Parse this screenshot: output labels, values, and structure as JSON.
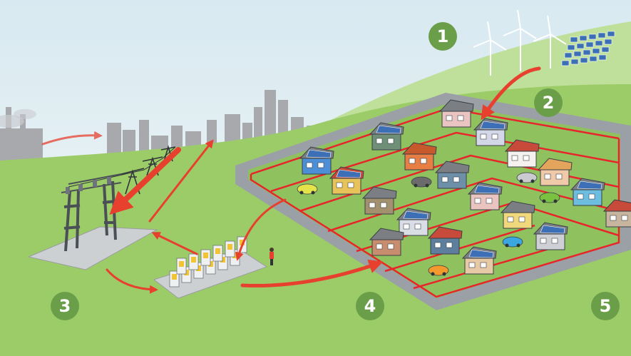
{
  "badges": [
    {
      "label": "1",
      "meaning": "renewable-generation"
    },
    {
      "label": "2",
      "meaning": "grid-feed-in"
    },
    {
      "label": "3",
      "meaning": "substation"
    },
    {
      "label": "4",
      "meaning": "energy-storage"
    },
    {
      "label": "5",
      "meaning": "community-microgrid"
    }
  ],
  "colors": {
    "badge": "#6a9e48",
    "sky_top": "#d8e9f1",
    "sky_bottom": "#f3f8f6",
    "grass": "#9ccc68",
    "hill": "#bfe09a",
    "road": "#9aa0a6",
    "power_line": "#e8252a",
    "arrow": "#e8402f",
    "skyline": "#a7a9ac",
    "solar_panel": "#3c6fb6",
    "pad": "#cdd0d3"
  },
  "houses": [
    {
      "color": "#eac4c0",
      "roof": "#7b7f84",
      "solar": false
    },
    {
      "color": "#6f8f78",
      "roof": "#7b7f84",
      "solar": true
    },
    {
      "color": "#d3d7e8",
      "roof": "#7b7f84",
      "solar": true
    },
    {
      "color": "#e77e44",
      "roof": "#c75a2c",
      "solar": false
    },
    {
      "color": "#4d8fd6",
      "roof": "#7b7f84",
      "solar": true
    },
    {
      "color": "#f4f1ee",
      "roof": "#c74a3b",
      "solar": false
    },
    {
      "color": "#e7c35a",
      "roof": "#c74a3b",
      "solar": true
    },
    {
      "color": "#6e8fa8",
      "roof": "#7b7f84",
      "solar": false
    },
    {
      "color": "#f0c9a8",
      "roof": "#e3a45c",
      "solar": false
    },
    {
      "color": "#a3906e",
      "roof": "#7b7f84",
      "solar": false
    },
    {
      "color": "#eac4c0",
      "roof": "#7b7f84",
      "solar": true
    },
    {
      "color": "#6cbde0",
      "roof": "#7b7f84",
      "solar": true
    },
    {
      "color": "#d9dde6",
      "roof": "#7b7f84",
      "solar": true
    },
    {
      "color": "#f1d87c",
      "roof": "#7b7f84",
      "solar": false
    },
    {
      "color": "#c7b5a0",
      "roof": "#c74a3b",
      "solar": false
    },
    {
      "color": "#5d7f9d",
      "roof": "#c74a3b",
      "solar": false
    },
    {
      "color": "#cfcfd6",
      "roof": "#7b7f84",
      "solar": true
    },
    {
      "color": "#e7c9a5",
      "roof": "#7b7f84",
      "solar": true
    },
    {
      "color": "#c88d6f",
      "roof": "#7b7f84",
      "solar": false
    }
  ],
  "cars": [
    {
      "color": "#e4e34a"
    },
    {
      "color": "#6b6b6b"
    },
    {
      "color": "#7ac142"
    },
    {
      "color": "#3aa7e0"
    },
    {
      "color": "#f39a2e"
    },
    {
      "color": "#c9cbce"
    }
  ],
  "icons": {
    "wind_turbines": "wind-turbine-icon",
    "solar_farm": "solar-farm-icon",
    "factory": "factory-icon",
    "city_skyline": "city-skyline-icon",
    "transmission_towers": "transmission-tower-icon",
    "substation": "substation-icon",
    "battery_bank": "battery-storage-icon"
  }
}
